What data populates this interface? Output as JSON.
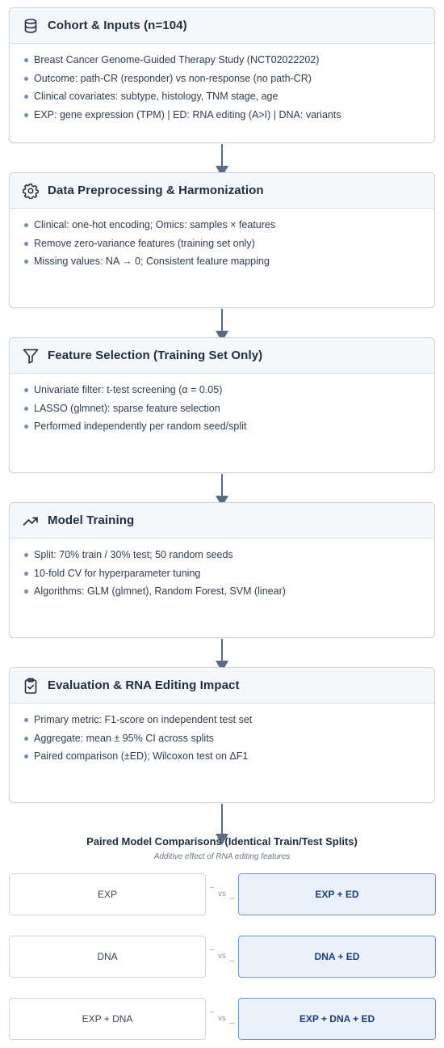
{
  "steps": [
    {
      "icon": "database-icon",
      "title": "Cohort & Inputs (n=104)",
      "bullets": [
        "Breast Cancer Genome-Guided Therapy Study (NCT02022202)",
        "Outcome: path-CR (responder) vs non-response (no path-CR)",
        "Clinical covariates: subtype, histology, TNM stage, age",
        "EXP: gene expression (TPM) | ED: RNA editing (A>I) | DNA: variants"
      ]
    },
    {
      "icon": "gear-icon",
      "title": "Data Preprocessing & Harmonization",
      "bullets": [
        "Clinical: one-hot encoding; Omics: samples × features",
        "Remove zero-variance features (training set only)",
        "Missing values: NA → 0; Consistent feature mapping"
      ]
    },
    {
      "icon": "filter-icon",
      "title": "Feature Selection (Training Set Only)",
      "bullets": [
        "Univariate filter: t-test screening (α = 0.05)",
        "LASSO (glmnet): sparse feature selection",
        "Performed independently per random seed/split"
      ]
    },
    {
      "icon": "trend-icon",
      "title": "Model Training",
      "bullets": [
        "Split: 70% train / 30% test; 50 random seeds",
        "10-fold CV for hyperparameter tuning",
        "Algorithms: GLM (glmnet), Random Forest, SVM (linear)"
      ]
    },
    {
      "icon": "clipboard-check-icon",
      "title": "Evaluation & RNA Editing Impact",
      "bullets": [
        "Primary metric: F1-score on independent test set",
        "Aggregate: mean ± 95% CI across splits",
        "Paired comparison (±ED); Wilcoxon test on ΔF1"
      ]
    }
  ],
  "comparisons": {
    "title": "Paired Model Comparisons (Identical Train/Test Splits)",
    "subtitle": "Additive effect of RNA editing features",
    "vs_label": "vs",
    "pairs": [
      {
        "left": "EXP",
        "right": "EXP + ED"
      },
      {
        "left": "DNA",
        "right": "DNA + ED"
      },
      {
        "left": "EXP + DNA",
        "right": "EXP + DNA + ED"
      }
    ]
  },
  "colors": {
    "arrow": "#5b6b82",
    "accent_border": "#6f94c8",
    "accent_fill": "#eaf1fb",
    "bullet": "#6f8fbd"
  }
}
